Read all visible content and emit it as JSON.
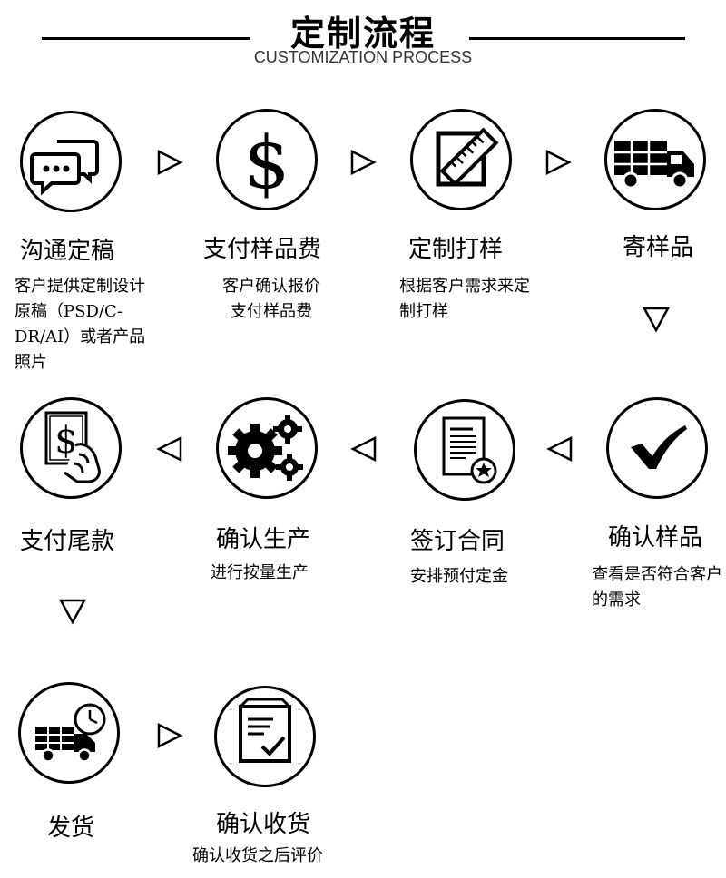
{
  "header": {
    "title": "定制流程",
    "subtitle": "CUSTOMIZATION PROCESS"
  },
  "steps": [
    {
      "id": "communicate",
      "title": "沟通定稿",
      "desc": "客户提供定制设计原稿（PSD/C-DR/AI）或者产品照片",
      "icon": "chat-bubbles-icon"
    },
    {
      "id": "pay-sample",
      "title": "支付样品费",
      "desc": "客户确认报价\n支付样品费",
      "icon": "dollar-icon"
    },
    {
      "id": "make-sample",
      "title": "定制打样",
      "desc": "根据客户需求来定制打样",
      "icon": "ruler-pencil-icon"
    },
    {
      "id": "send-sample",
      "title": "寄样品",
      "desc": "",
      "icon": "delivery-truck-icon"
    },
    {
      "id": "confirm-sample",
      "title": "确认样品",
      "desc": "查看是否符合客户的需求",
      "icon": "checkmark-icon"
    },
    {
      "id": "sign-contract",
      "title": "签订合同",
      "desc": "安排预付定金",
      "icon": "contract-document-icon"
    },
    {
      "id": "confirm-production",
      "title": "确认生产",
      "desc": "进行按量生产",
      "icon": "gears-icon"
    },
    {
      "id": "pay-balance",
      "title": "支付尾款",
      "desc": "",
      "icon": "hand-money-icon"
    },
    {
      "id": "ship",
      "title": "发货",
      "desc": "",
      "icon": "truck-clock-icon"
    },
    {
      "id": "confirm-receipt",
      "title": "确认收货",
      "desc": "确认收货之后评价",
      "icon": "box-check-icon"
    }
  ]
}
